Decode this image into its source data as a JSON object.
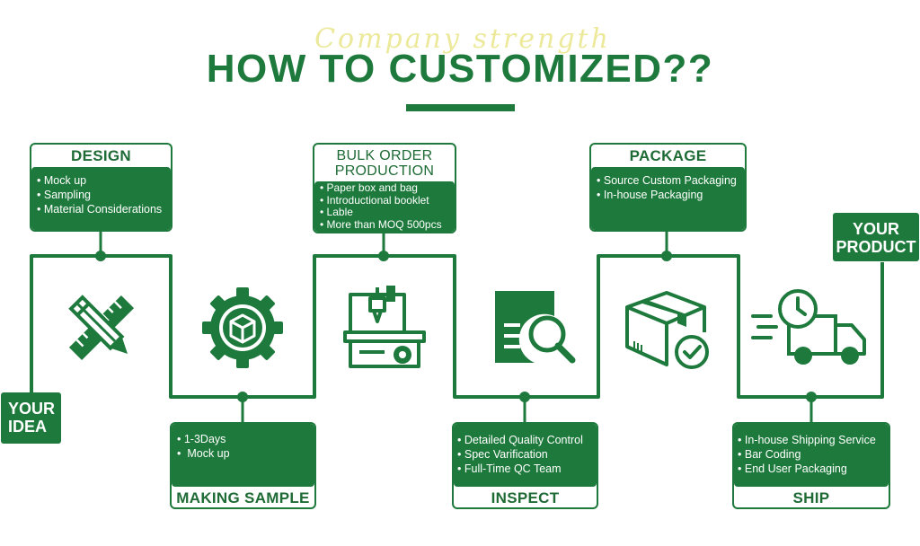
{
  "header": {
    "script_text": "Company strength",
    "title": "HOW TO CUSTOMIZED??"
  },
  "start_label": "YOUR IDEA",
  "end_label": "YOUR PRODUCT",
  "steps": [
    {
      "title": "DESIGN",
      "items": [
        "Mock up",
        "Sampling",
        "Material Considerations"
      ],
      "icon": "ruler-pencil-icon"
    },
    {
      "title": "MAKING SAMPLE",
      "items": [
        "1-3Days",
        " Mock up"
      ],
      "icon": "gear-box-icon"
    },
    {
      "title": "BULK ORDER PRODUCTION",
      "items": [
        "Paper box and bag",
        "Introductional booklet",
        "Lable",
        "More than MOQ 500pcs"
      ],
      "icon": "production-machine-icon"
    },
    {
      "title": "INSPECT",
      "items": [
        "Detailed Quality Control",
        "Spec Varification",
        "Full-Time QC Team"
      ],
      "icon": "document-magnifier-icon"
    },
    {
      "title": "PACKAGE",
      "items": [
        "Source Custom Packaging",
        "In-house Packaging"
      ],
      "icon": "package-check-icon"
    },
    {
      "title": "SHIP",
      "items": [
        "In-house Shipping Service",
        "Bar Coding",
        "End User Packaging"
      ],
      "icon": "delivery-truck-icon"
    }
  ],
  "colors": {
    "primary": "#1e7a3c",
    "accent_script": "#e6e27a",
    "background": "#ffffff"
  }
}
